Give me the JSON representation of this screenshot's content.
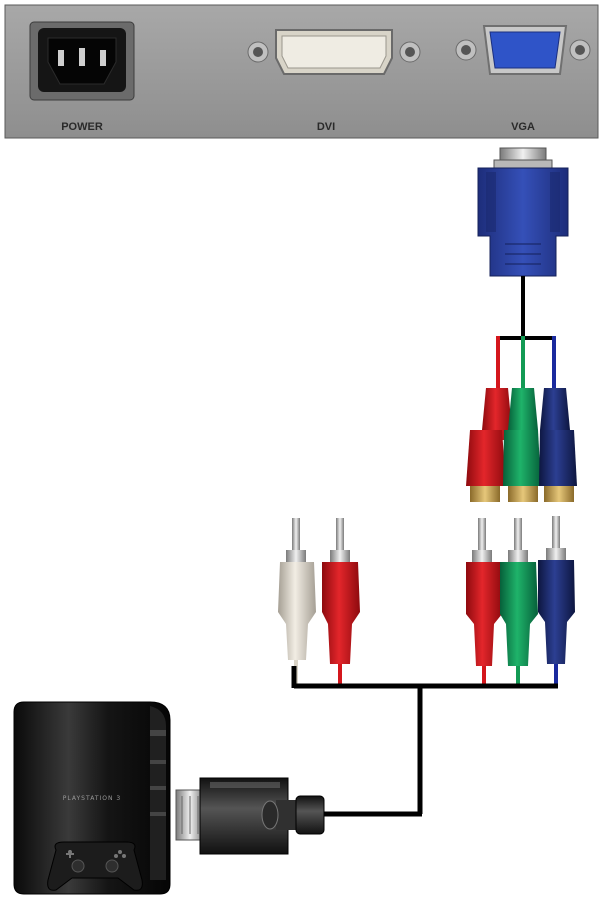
{
  "panel": {
    "ports": [
      {
        "name": "power",
        "label": "POWER"
      },
      {
        "name": "dvi",
        "label": "DVI"
      },
      {
        "name": "vga",
        "label": "VGA"
      }
    ]
  },
  "console": {
    "logo_text": "PLAYSTATION 3"
  },
  "colors": {
    "panel_bg": "#9c9c9c",
    "vga_blue": "#2a3f9e",
    "red_plug": "#d4161c",
    "green_plug": "#129a54",
    "blue_plug": "#1a2a6e",
    "white_plug": "#e6e0d6",
    "cable": "#000000"
  }
}
